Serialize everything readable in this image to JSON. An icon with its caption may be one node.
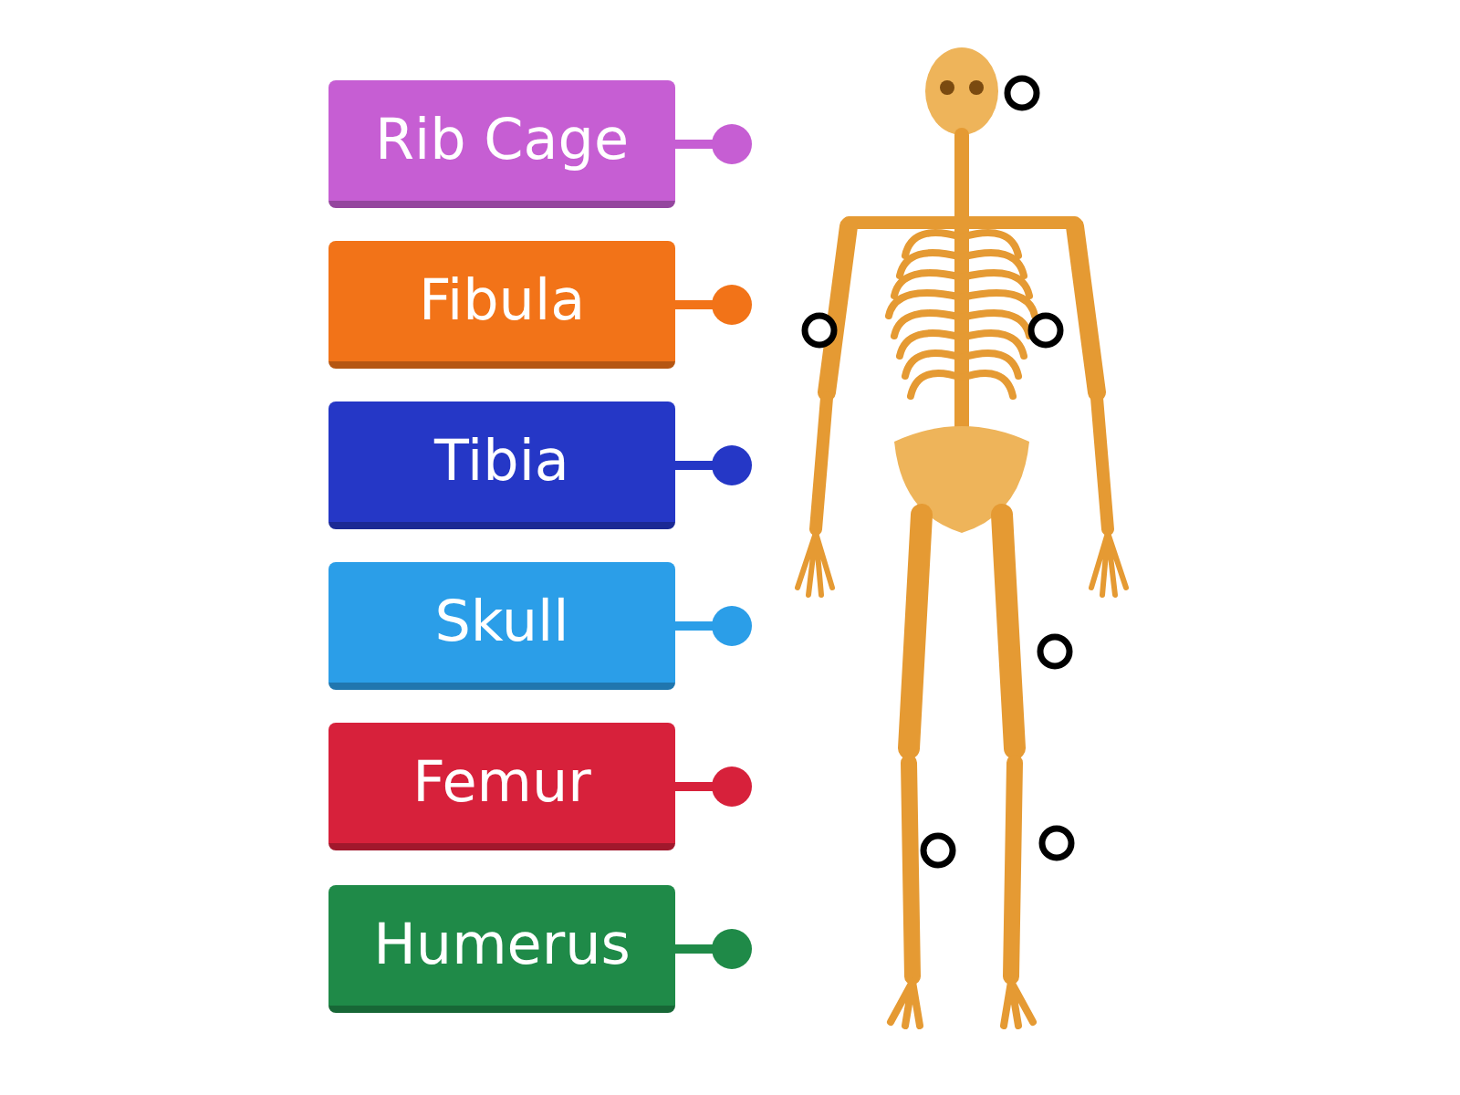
{
  "diagram": {
    "nodes": [
      {
        "text": [
          "Rib Cage"
        ]
      },
      {
        "text": [
          "Fibula"
        ]
      },
      {
        "text": [
          "Tibia"
        ]
      },
      {
        "text": [
          "Skull"
        ]
      },
      {
        "text": [
          "Femur"
        ]
      },
      {
        "text": [
          "Humerus"
        ]
      }
    ]
  }
}
